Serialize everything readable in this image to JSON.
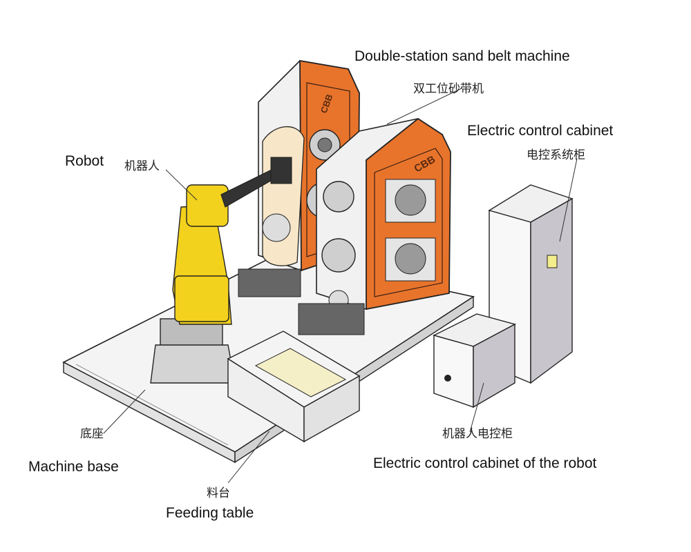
{
  "labels": {
    "sand_belt_en": "Double-station sand belt machine",
    "sand_belt_cn": "双工位砂带机",
    "cabinet_en": "Electric control cabinet",
    "cabinet_cn": "电控系统柜",
    "robot_en": "Robot",
    "robot_cn": "机器人",
    "base_cn": "底座",
    "base_en": "Machine base",
    "robot_cabinet_cn": "机器人电控柜",
    "robot_cabinet_en": "Electric control cabinet of the robot",
    "feed_cn": "料台",
    "feed_en": "Feeding table"
  },
  "logo_text": "CBB",
  "colors": {
    "machine_orange": "#e8742c",
    "robot_yellow": "#f2d21c",
    "outline": "#222222",
    "panel_grey": "#d8d8d8",
    "cabinet_face": "#c9c5cc"
  }
}
